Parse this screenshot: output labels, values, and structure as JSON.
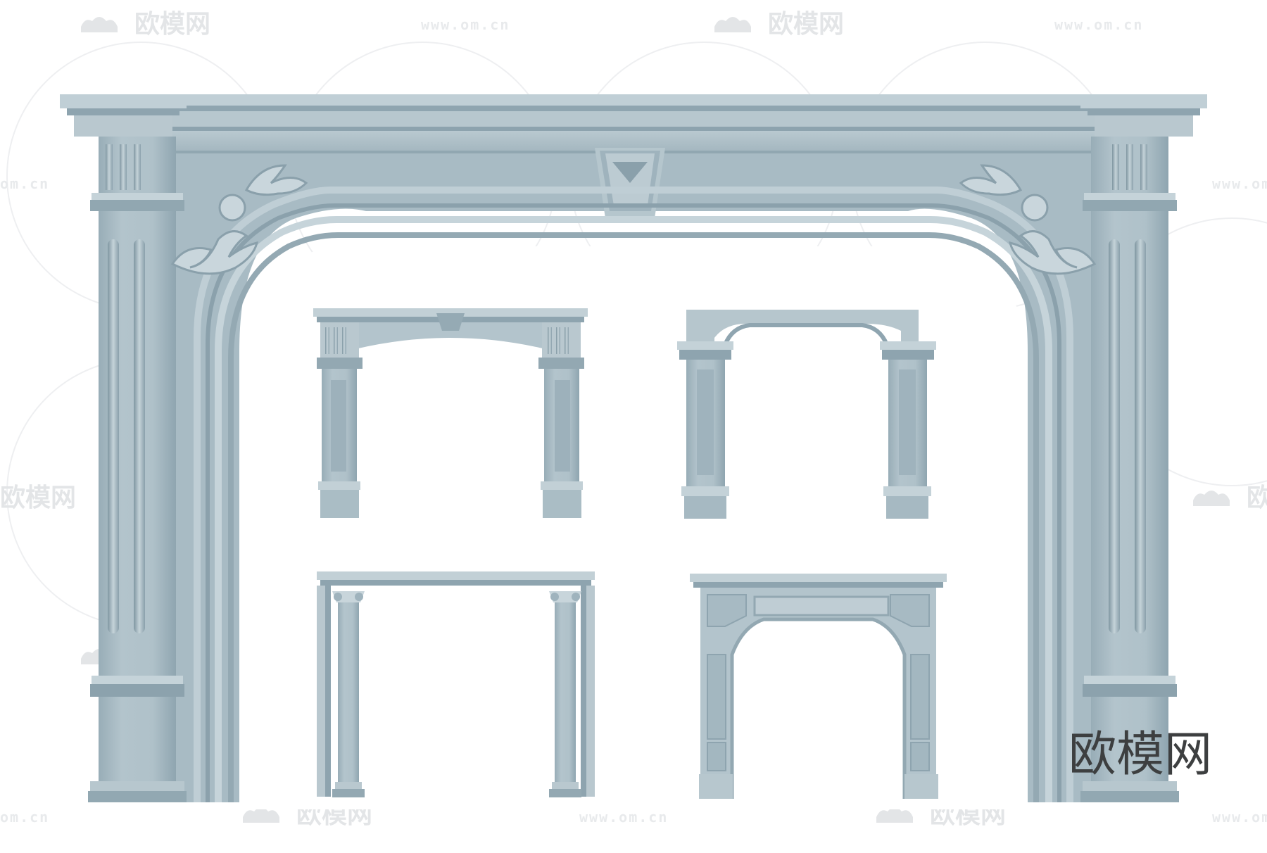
{
  "image": {
    "subject": "architectural arch door frames",
    "colors": {
      "background": "#ffffff",
      "frame_base": "#a9bcc5",
      "frame_light": "#c3d2d9",
      "frame_shadow": "#8aa1ac",
      "frame_dark": "#7a929e",
      "watermark": "#e3e5e7",
      "brand": "#3d3f40"
    }
  },
  "watermark": {
    "brand_text": "欧模网",
    "url_text": "www.om.cn",
    "url_short": "om.cn"
  },
  "brand_mark": {
    "text": "欧模网"
  }
}
